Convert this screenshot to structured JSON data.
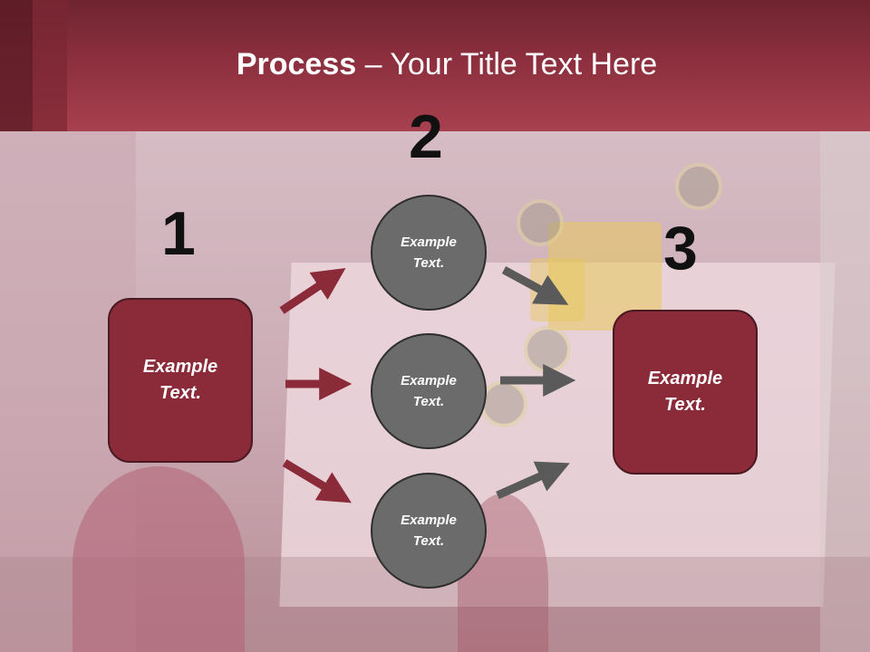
{
  "slide": {
    "title_bold": "Process",
    "title_rest": " – Your Title Text Here"
  },
  "numbers": {
    "one": "1",
    "two": "2",
    "three": "3"
  },
  "steps": {
    "left_box": {
      "line1": "Example",
      "line2": "Text."
    },
    "circle_top": {
      "line1": "Example",
      "line2": "Text."
    },
    "circle_mid": {
      "line1": "Example",
      "line2": "Text."
    },
    "circle_bot": {
      "line1": "Example",
      "line2": "Text."
    },
    "right_box": {
      "line1": "Example",
      "line2": "Text."
    }
  },
  "colors": {
    "header": "#8c2f3e",
    "box_fill": "#8b2a38",
    "circle_fill": "#6b6b6b",
    "arrow_red": "#8b2a38",
    "arrow_grey": "#5a5a5a"
  }
}
